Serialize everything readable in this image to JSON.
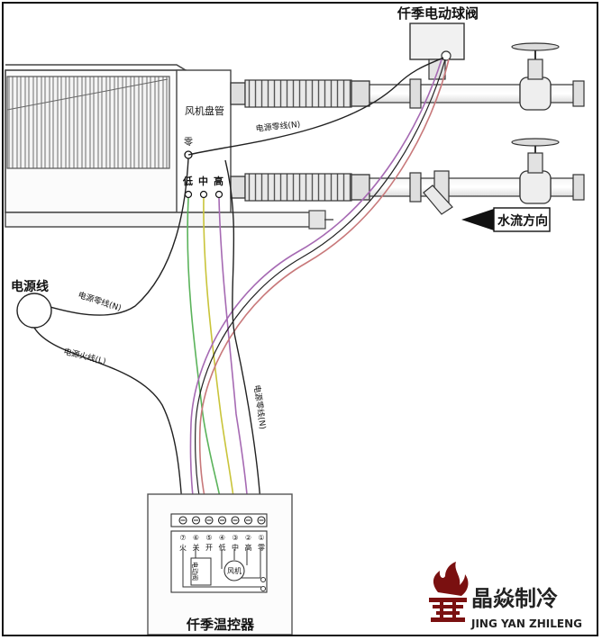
{
  "labels": {
    "valve_title": "仟季电动球阀",
    "fan_coil": "风机盘管",
    "neutral_mark": "零",
    "speed_low": "低",
    "speed_mid": "中",
    "speed_high": "高",
    "neutral_wire_top": "电源零线(N)",
    "power_cable": "电源线",
    "neutral_wire_left": "电源零线(N)",
    "live_wire": "电源火线(L)",
    "neutral_wire_right": "电源零线(N)",
    "water_flow": "水流方向",
    "thermostat": "仟季温控器",
    "motor_label": "风机",
    "valve_box_label": "电动阀"
  },
  "terminals": {
    "numbers": [
      "⑦",
      "⑥",
      "⑤",
      "④",
      "③",
      "②",
      "①"
    ],
    "names": [
      "火",
      "关",
      "开",
      "低",
      "中",
      "高",
      "零"
    ]
  },
  "brand": {
    "name_cn": "晶焱制冷",
    "name_en": "JING YAN ZHILENG",
    "color": "#7a1010"
  },
  "colors": {
    "green_wire": "#5bb35b",
    "yellow_wire": "#c9c43a",
    "purple_wire": "#a66ab3",
    "red_wire": "#c8787a"
  }
}
